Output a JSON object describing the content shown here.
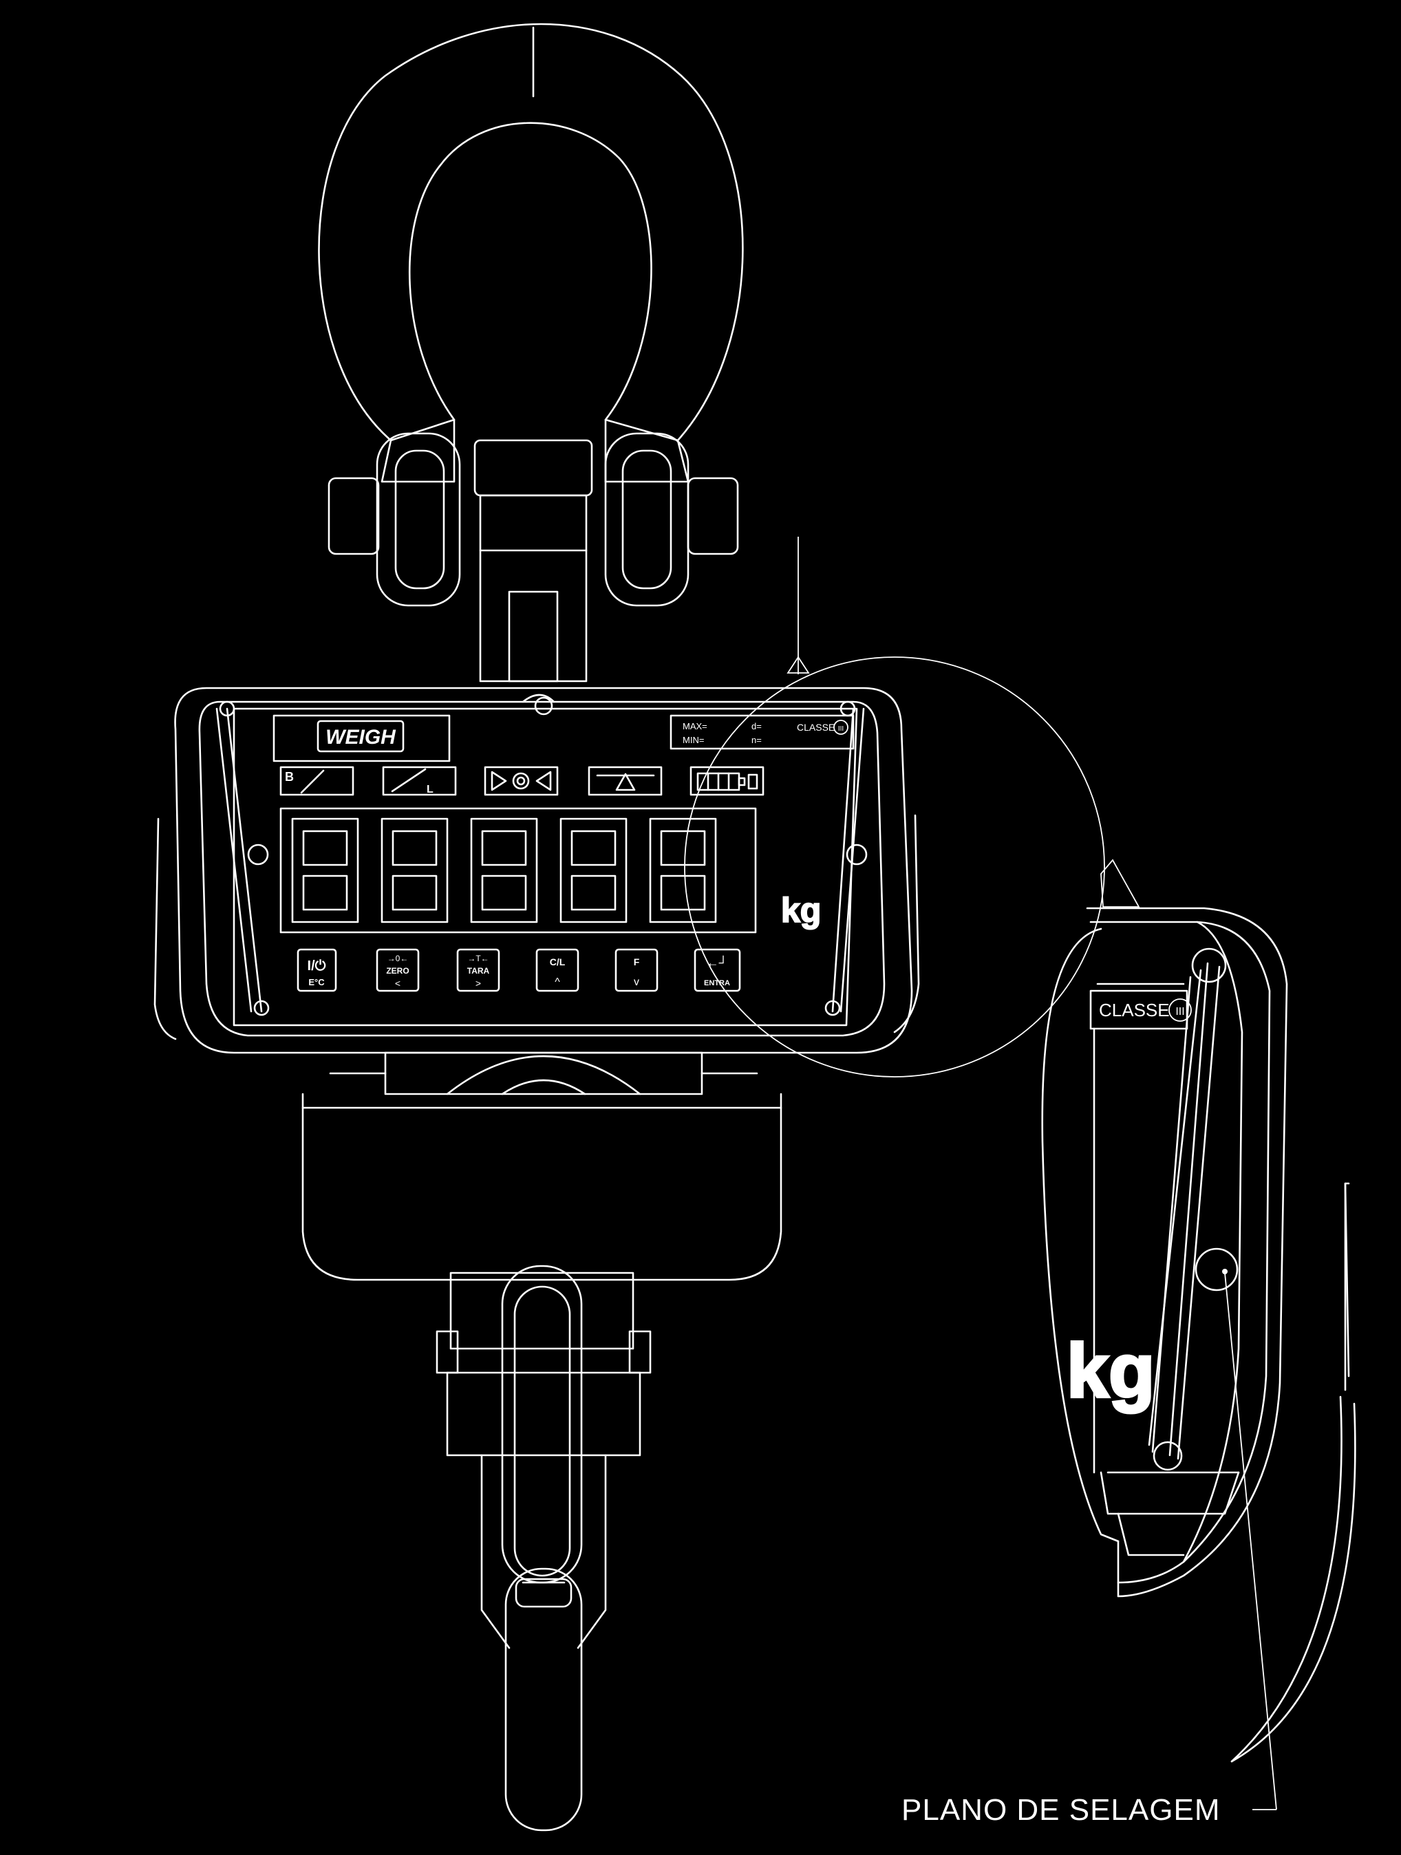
{
  "logo_text": "WEIGH",
  "spec_plate": {
    "max_label": "MAX=",
    "min_label": "MIN=",
    "class_label": "CLASSE",
    "class_symbol": "III"
  },
  "indicators": [
    {
      "label": "B"
    },
    {
      "label": "L"
    },
    {
      "label": ""
    },
    {
      "label": ""
    },
    {
      "label": ""
    }
  ],
  "display": {
    "digit_count": 5,
    "unit": "kg"
  },
  "keys": [
    {
      "top": "I/⏻",
      "bottom": "E°C"
    },
    {
      "top": "→0←",
      "bottom": "ZERO",
      "arrow": "<"
    },
    {
      "top": "→T←",
      "bottom": "TARA",
      "arrow": ">"
    },
    {
      "top": "C/L",
      "bottom": "",
      "arrow": "^"
    },
    {
      "top": "F",
      "bottom": "",
      "arrow": "v"
    },
    {
      "top": "←┘",
      "bottom": "ENTRA"
    }
  ],
  "detail": {
    "class_label": "CLASSE",
    "class_symbol": "III",
    "unit": "kg"
  },
  "callout": {
    "text": "PLANO DE SELAGEM"
  }
}
